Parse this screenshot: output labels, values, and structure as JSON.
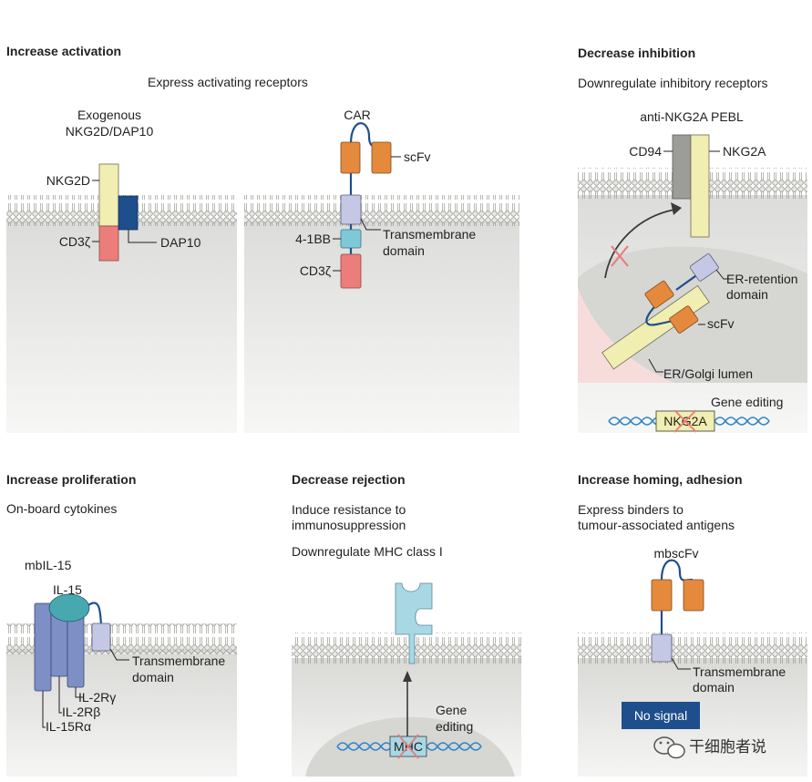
{
  "panels": {
    "activation": {
      "title": "Increase activation",
      "subtitle": "Express activating receptors",
      "nkg2d_title": [
        "Exogenous",
        "NKG2D/DAP10"
      ],
      "nkg2d_labels": {
        "nkg2d": "NKG2D",
        "cd3z": "CD3ζ",
        "dap10": "DAP10"
      },
      "car_title": "CAR",
      "car_labels": {
        "scfv": "scFv",
        "tm": [
          "Transmembrane",
          "domain"
        ],
        "bb": "4-1BB",
        "cd3z": "CD3ζ"
      }
    },
    "inhibition": {
      "title": "Decrease inhibition",
      "subtitle": "Downregulate inhibitory receptors",
      "pebl": "anti-NKG2A PEBL",
      "labels": {
        "cd94": "CD94",
        "nkg2a": "NKG2A",
        "er_retention": [
          "ER-retention",
          "domain"
        ],
        "scfv": "scFv",
        "er_golgi": "ER/Golgi lumen",
        "gene_editing": "Gene editing",
        "gene": "NKG2A"
      }
    },
    "proliferation": {
      "title": "Increase proliferation",
      "subtitle": "On-board cytokines",
      "mbil15": "mbIL-15",
      "il15": "IL-15",
      "labels": {
        "tm": [
          "Transmembrane",
          "domain"
        ],
        "il2rg": "IL-2Rγ",
        "il2rb": "IL-2Rβ",
        "il15ra": "IL-15Rα"
      }
    },
    "rejection": {
      "title": "Decrease rejection",
      "subtitle": [
        "Induce resistance to",
        "immunosuppression"
      ],
      "mhc_text": "Downregulate MHC class I",
      "gene_editing": [
        "Gene",
        "editing"
      ],
      "gene": "MHC"
    },
    "homing": {
      "title": "Increase homing, adhesion",
      "subtitle": [
        "Express binders to",
        "tumour-associated antigens"
      ],
      "mbscfv": "mbscFv",
      "tm": [
        "Transmembrane",
        "domain"
      ],
      "no_signal": "No signal"
    }
  },
  "watermark": "干细胞者说",
  "colors": {
    "cell": "#e4e4e2",
    "membrane": "#d2d2ce",
    "nucleus": "#d6d6d3",
    "nkg2d": "#f0eeb0",
    "cd3z": "#ec7d7a",
    "dap10": "#1f4e8c",
    "scfv": "#e58a3c",
    "tm": "#c4c8e4",
    "bb": "#7ec8d8",
    "cd94": "#9c9c98",
    "il_receptor": "#7e8fc6",
    "il15": "#48a8b0",
    "mhc": "#a8d8e4",
    "dna": "#2f84c8",
    "no_signal": "#1f4e8c",
    "cross": "#e87a7a"
  }
}
